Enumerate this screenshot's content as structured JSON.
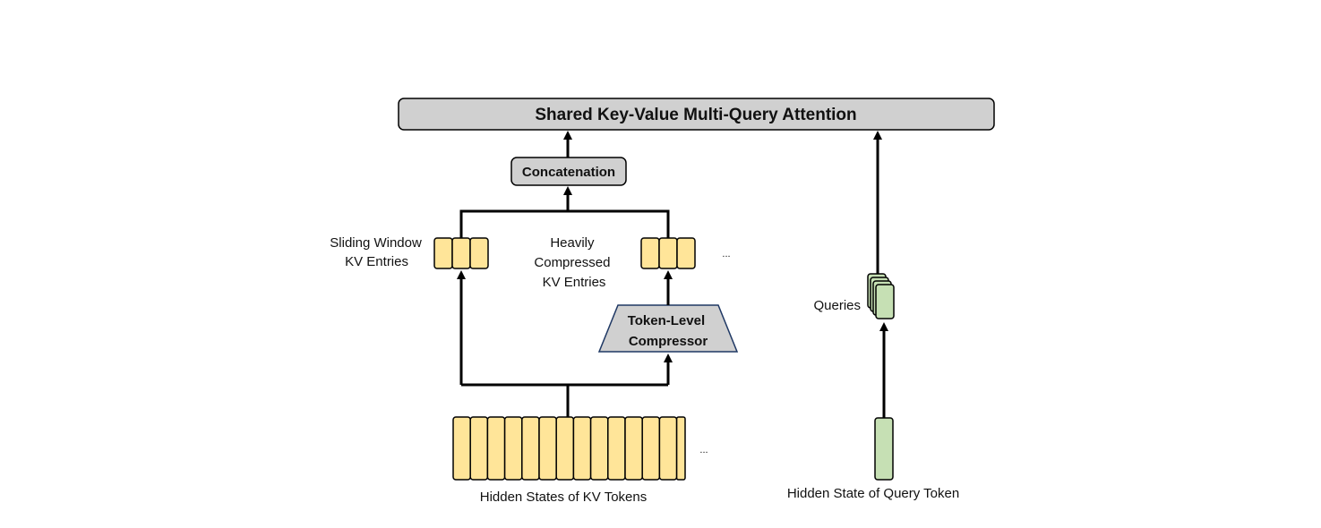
{
  "diagram": {
    "attention_title": "Shared Key-Value Multi-Query Attention",
    "concat_label": "Concatenation",
    "sliding_window_label": [
      "Sliding Window",
      "KV Entries"
    ],
    "compressed_label": [
      "Heavily",
      "Compressed",
      "KV Entries"
    ],
    "compressor_label": [
      "Token-Level",
      "Compressor"
    ],
    "hidden_kv_label": "Hidden States of KV Tokens",
    "queries_label": "Queries",
    "hidden_query_label": "Hidden State of Query Token",
    "ellipsis": "...",
    "colors": {
      "kv_fill": "#ffe599",
      "query_fill": "#c6e0b4",
      "box_fill": "#d0d0d0",
      "compressor_stroke": "#1f3864",
      "line": "#000000"
    }
  }
}
